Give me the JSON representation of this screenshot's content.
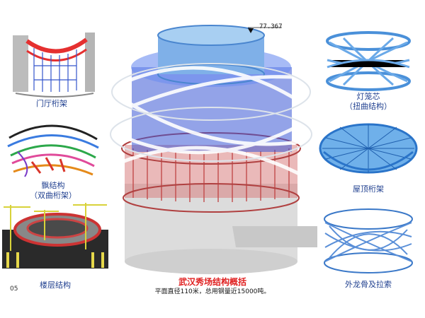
{
  "panels": {
    "lobby_truss": "门厅桁架",
    "floating": [
      "飘结构",
      "（双曲桁架）"
    ],
    "floor": "楼层结构",
    "lantern_core": [
      "灯笼芯",
      "（扭曲结构）"
    ],
    "roof_truss": "屋顶桁架",
    "outer_keel": "外龙骨及拉索"
  },
  "center": {
    "elevation": "77.367",
    "title": "武汉秀场结构概括",
    "subtitle": "平面直径110米，总用钢量近15000吨。"
  },
  "page_number": "05",
  "colors": {
    "label_blue": "#1f3f8f",
    "title_red": "#e02020",
    "steel_blue": "#5b9bd5",
    "truss_red": "#d9534f"
  }
}
